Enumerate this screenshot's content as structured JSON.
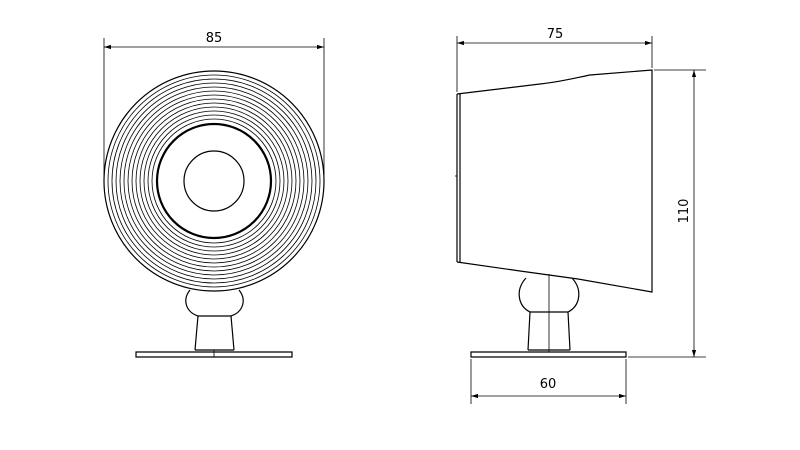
{
  "drawing": {
    "front_view": {
      "width_label": "85"
    },
    "side_view": {
      "depth_label": "75",
      "height_label": "110",
      "base_label": "60"
    }
  },
  "colors": {
    "line": "#000000",
    "background": "#ffffff"
  }
}
